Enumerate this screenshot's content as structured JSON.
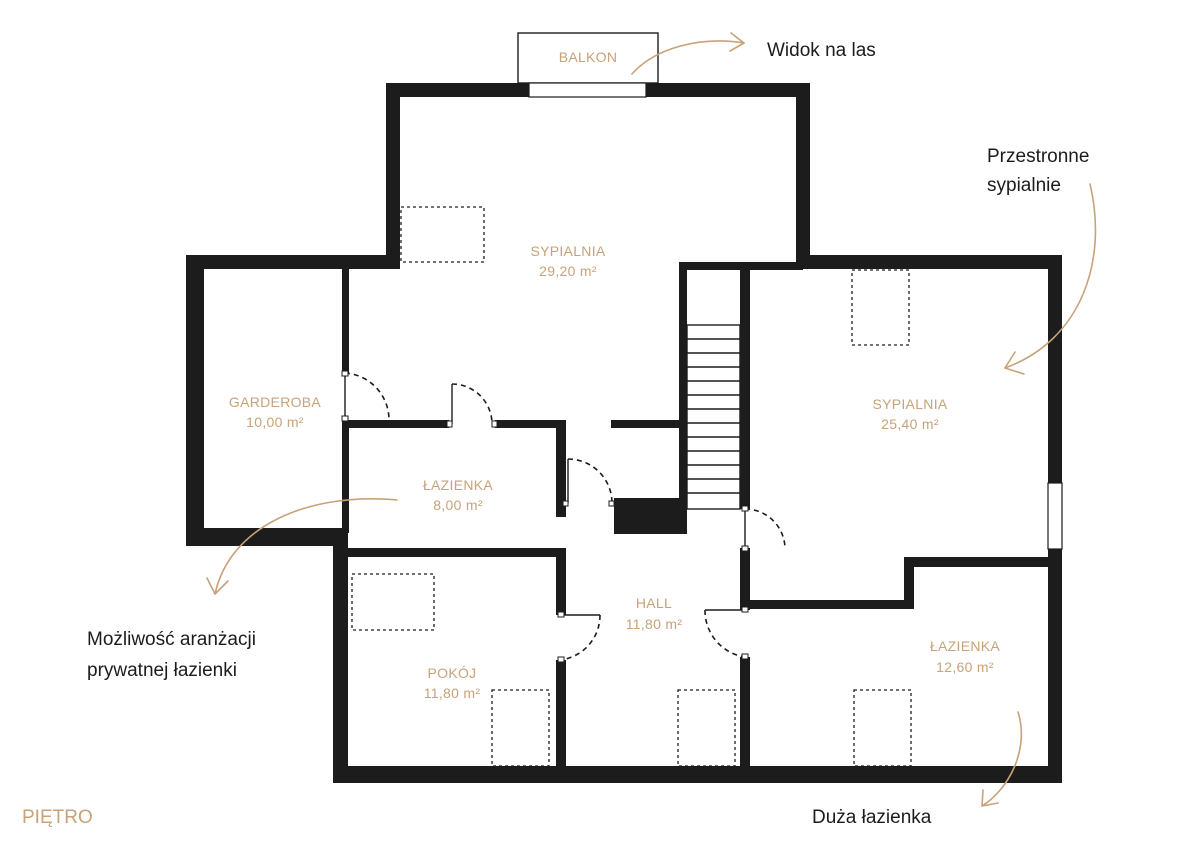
{
  "floor_label": "PIĘTRO",
  "rooms": {
    "balkon": {
      "name": "BALKON"
    },
    "sypialnia_main": {
      "name": "SYPIALNIA",
      "area": "29,20 m²"
    },
    "sypialnia_right": {
      "name": "SYPIALNIA",
      "area": "25,40 m²"
    },
    "garderoba": {
      "name": "GARDEROBA",
      "area": "10,00 m²"
    },
    "lazienka_small": {
      "name": "ŁAZIENKA",
      "area": "8,00 m²"
    },
    "hall": {
      "name": "HALL",
      "area": "11,80 m²"
    },
    "pokoj": {
      "name": "POKÓJ",
      "area": "11,80 m²"
    },
    "lazienka_large": {
      "name": "ŁAZIENKA",
      "area": "12,60 m²"
    }
  },
  "annotations": {
    "forest_view": "Widok na las",
    "spacious_line1": "Przestronne",
    "spacious_line2": "sypialnie",
    "private_bath_line1": "Możliwość aranżacji",
    "private_bath_line2": "prywatnej łazienki",
    "large_bath": "Duża łazienka"
  },
  "colors": {
    "wall": "#1c1c1c",
    "accent": "#c8a278",
    "background": "#ffffff"
  }
}
